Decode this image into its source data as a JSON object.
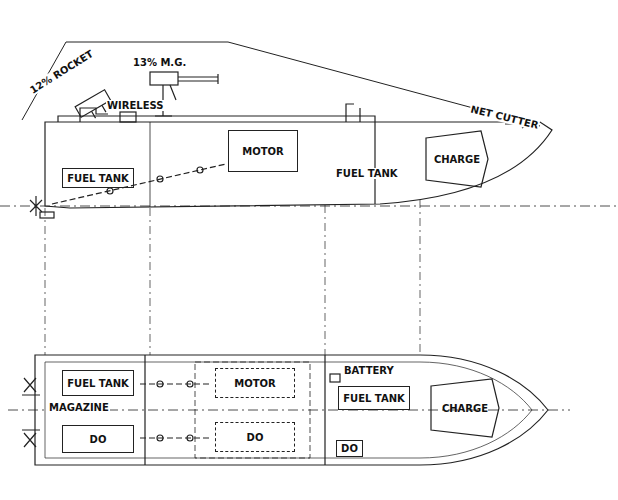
{
  "diagram": {
    "nodes": [
      {
        "text": [
          "FUEL TANK"
        ]
      },
      {
        "text": [
          "MOTOR"
        ]
      },
      {
        "text": [
          "CHARGE"
        ]
      },
      {
        "text": [
          "FUEL TANK"
        ]
      },
      {
        "text": [
          "DO"
        ]
      },
      {
        "text": [
          "MOTOR"
        ]
      },
      {
        "text": [
          "DO"
        ]
      },
      {
        "text": [
          "FUEL TANK"
        ]
      },
      {
        "text": [
          "DO"
        ]
      },
      {
        "text": [
          "CHARGE"
        ]
      }
    ],
    "labels": [
      "12% ROCKET",
      "13% M.G.",
      "WIRELESS",
      "NET CUTTER",
      "FUEL TANK",
      "BATTERY",
      "MAGAZINE"
    ]
  }
}
